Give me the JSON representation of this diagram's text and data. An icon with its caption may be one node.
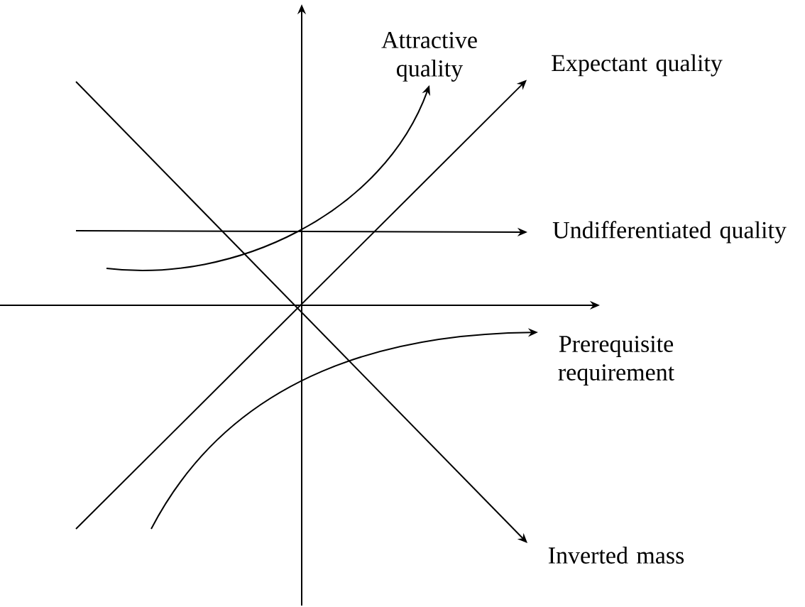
{
  "diagram": {
    "nodes": [
      {
        "text": [
          "Attractive quality"
        ]
      },
      {
        "text": [
          "Expectant quality"
        ]
      },
      {
        "text": [
          "Undifferentiated quality"
        ]
      },
      {
        "text": [
          "Prerequisite requirement"
        ]
      },
      {
        "text": [
          "Inverted mass"
        ]
      }
    ],
    "edges": [
      {
        "from": null,
        "to": 0,
        "arrow": "to"
      },
      {
        "from": null,
        "to": 1,
        "arrow": "to"
      },
      {
        "from": null,
        "to": 2,
        "arrow": "to"
      },
      {
        "from": null,
        "to": 3,
        "arrow": "to"
      },
      {
        "from": null,
        "to": 4,
        "arrow": "to"
      }
    ]
  }
}
